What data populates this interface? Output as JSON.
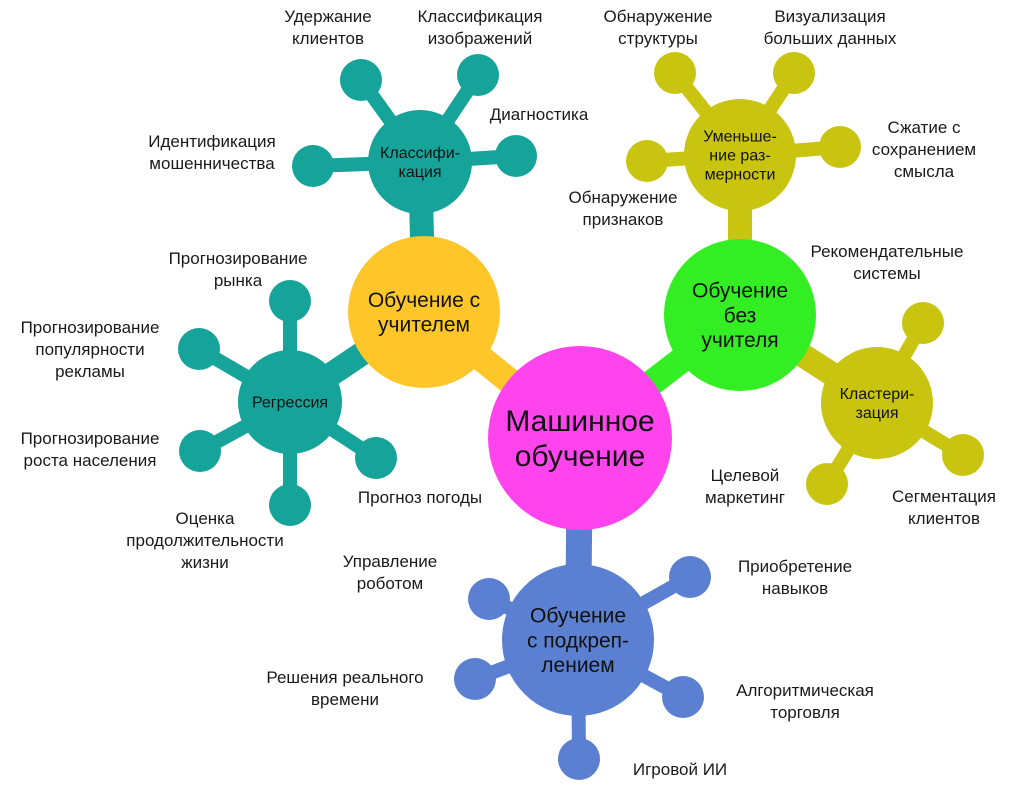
{
  "center": {
    "lines": [
      "Машинное",
      "обучение"
    ],
    "color": "#ff44ee"
  },
  "branches": [
    {
      "id": "supervised",
      "lines": [
        "Обучение с",
        "учителем"
      ],
      "color": "#ffc629"
    },
    {
      "id": "unsupervised",
      "lines": [
        "Обучение",
        "без",
        "учителя"
      ],
      "color": "#33ee22"
    },
    {
      "id": "reinforcement",
      "lines": [
        "Обучение",
        "с подкреп-",
        "лением"
      ],
      "color": "#5b7fd1"
    }
  ],
  "subs": [
    {
      "id": "classification",
      "lines": [
        "Классифи-",
        "кация"
      ],
      "color": "#15a39a",
      "leaves": [
        [
          "Удержание",
          "клиентов"
        ],
        [
          "Классификация",
          "изображений"
        ],
        [
          "Диагностика"
        ],
        [
          "Идентификация",
          "мошенничества"
        ]
      ]
    },
    {
      "id": "regression",
      "lines": [
        "Регрессия"
      ],
      "color": "#15a39a",
      "leaves": [
        [
          "Прогнозирование",
          "рынка"
        ],
        [
          "Прогнозирование",
          "популярности",
          "рекламы"
        ],
        [
          "Прогнозирование",
          "роста населения"
        ],
        [
          "Оценка",
          "продолжительности",
          "жизни"
        ],
        [
          "Прогноз погоды"
        ]
      ]
    },
    {
      "id": "dimreduction",
      "lines": [
        "Уменьше-",
        "ние раз-",
        "мерности"
      ],
      "color": "#c9c410",
      "leaves": [
        [
          "Обнаружение",
          "структуры"
        ],
        [
          "Визуализация",
          "больших данных"
        ],
        [
          "Сжатие с",
          "сохранением",
          "смысла"
        ],
        [
          "Обнаружение",
          "признаков"
        ]
      ]
    },
    {
      "id": "clustering",
      "lines": [
        "Кластери-",
        "зация"
      ],
      "color": "#c9c410",
      "leaves": [
        [
          "Рекомендательные",
          "системы"
        ],
        [
          "Целевой",
          "маркетинг"
        ],
        [
          "Сегментация",
          "клиентов"
        ]
      ]
    }
  ],
  "reinforcement_leaves": [
    [
      "Управление",
      "роботом"
    ],
    [
      "Приобретение",
      "навыков"
    ],
    [
      "Решения реального",
      "времени"
    ],
    [
      "Алгоритмическая",
      "торговля"
    ],
    [
      "Игровой ИИ"
    ]
  ]
}
